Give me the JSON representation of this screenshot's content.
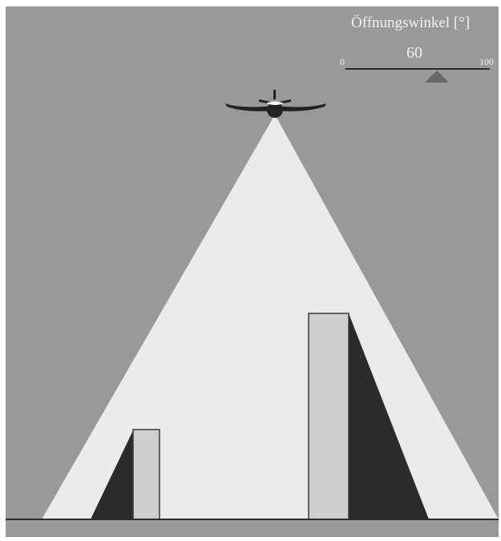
{
  "colors": {
    "frame": "#ffffff",
    "background": "#999999",
    "light_cone": "#ebebeb",
    "shadow": "#2b2b2b",
    "building": "#cfcfcf",
    "building_outline": "#3a3a3a",
    "slider_track": "#2b2b2b",
    "slider_thumb": "#666666",
    "text": "#f2f2f2",
    "aircraft": "#222222",
    "canopy": "#f4f4f4"
  },
  "aircraft": {
    "icon": "airplane-icon"
  },
  "slider": {
    "label": "Öffnungswinkel [°]",
    "value": "60",
    "min_label": "0",
    "max_label": "100",
    "value_fraction": 0.6
  }
}
